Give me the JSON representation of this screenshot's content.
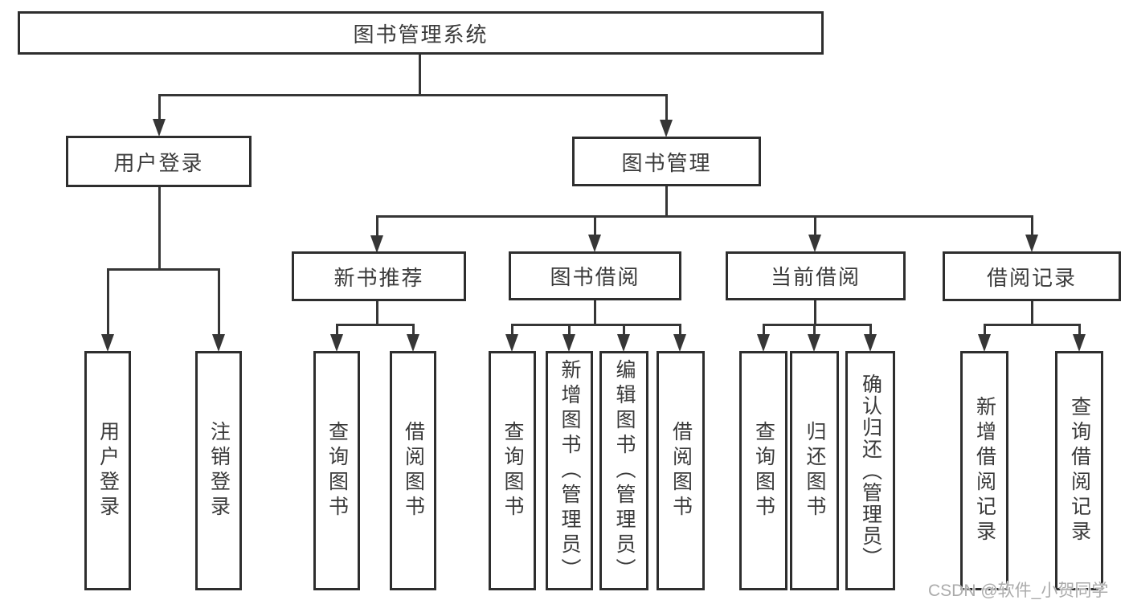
{
  "diagram": {
    "root": {
      "label": "图书管理系统"
    },
    "login": {
      "label": "用户登录",
      "children": [
        {
          "label": "用户登录"
        },
        {
          "label": "注销登录"
        }
      ]
    },
    "management": {
      "label": "图书管理",
      "groups": [
        {
          "label": "新书推荐",
          "children": [
            {
              "label": "查询图书"
            },
            {
              "label": "借阅图书"
            }
          ]
        },
        {
          "label": "图书借阅",
          "children": [
            {
              "label": "查询图书"
            },
            {
              "label": "新增图书（管理员）"
            },
            {
              "label": "编辑图书（管理员）"
            },
            {
              "label": "借阅图书"
            }
          ]
        },
        {
          "label": "当前借阅",
          "children": [
            {
              "label": "查询图书"
            },
            {
              "label": "归还图书"
            },
            {
              "label": "确认归还（管理员）"
            }
          ]
        },
        {
          "label": "借阅记录",
          "children": [
            {
              "label": "新增借阅记录"
            },
            {
              "label": "查询借阅记录"
            }
          ]
        }
      ]
    },
    "watermark": "CSDN @软件_小贺同学",
    "colors": {
      "line": "#363636",
      "box_border": "#2e2e2e",
      "box_fill": "#ffffff",
      "text": "#3a3a3a",
      "background": "#ffffff",
      "watermark": "#ababab"
    }
  }
}
